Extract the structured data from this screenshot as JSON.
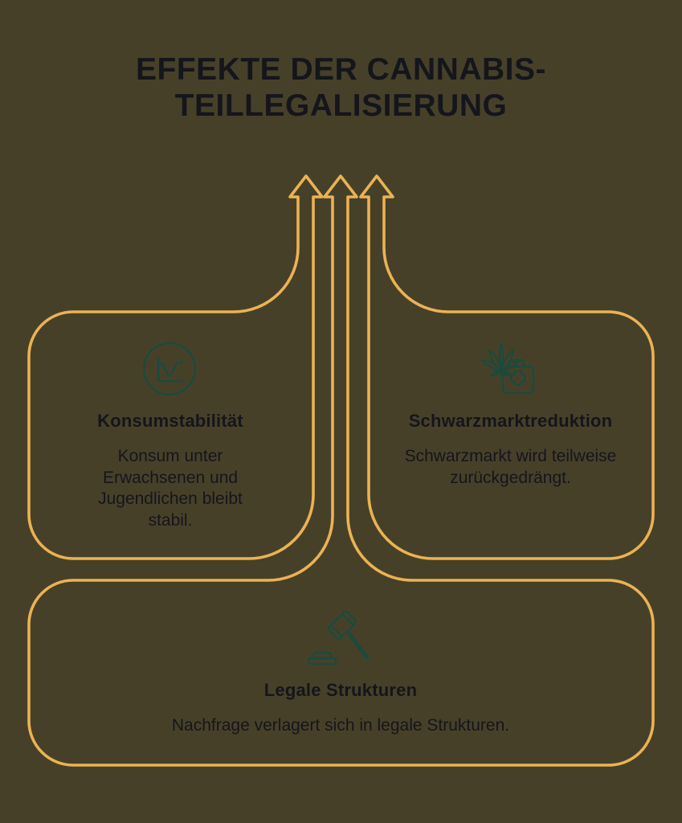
{
  "title": {
    "line1": "EFFEKTE DER CANNABIS-",
    "line2": "TEILLEGALISIERUNG"
  },
  "cards": [
    {
      "id": "konsumstabilitaet",
      "icon": "line-chart-icon",
      "heading": "Konsumstabilität",
      "body": "Konsum unter Erwachsenen und Jugendlichen bleibt stabil."
    },
    {
      "id": "schwarzmarktreduktion",
      "icon": "cannabis-first-aid-icon",
      "heading": "Schwarzmarktreduktion",
      "body": "Schwarzmarkt wird teilweise zurückgedrängt."
    },
    {
      "id": "legale-strukturen",
      "icon": "gavel-icon",
      "heading": "Legale Strukturen",
      "body": "Nachfrage verlagert sich in legale Strukturen."
    }
  ],
  "diagram": {
    "flow_direction": "up",
    "arrows": [
      "left-up-arrow",
      "middle-up-arrow",
      "right-up-arrow"
    ],
    "colors": {
      "background": "#474029",
      "outline": "#ECB253",
      "text": "#15151C",
      "icon_stroke": "#1C4A3C"
    }
  }
}
